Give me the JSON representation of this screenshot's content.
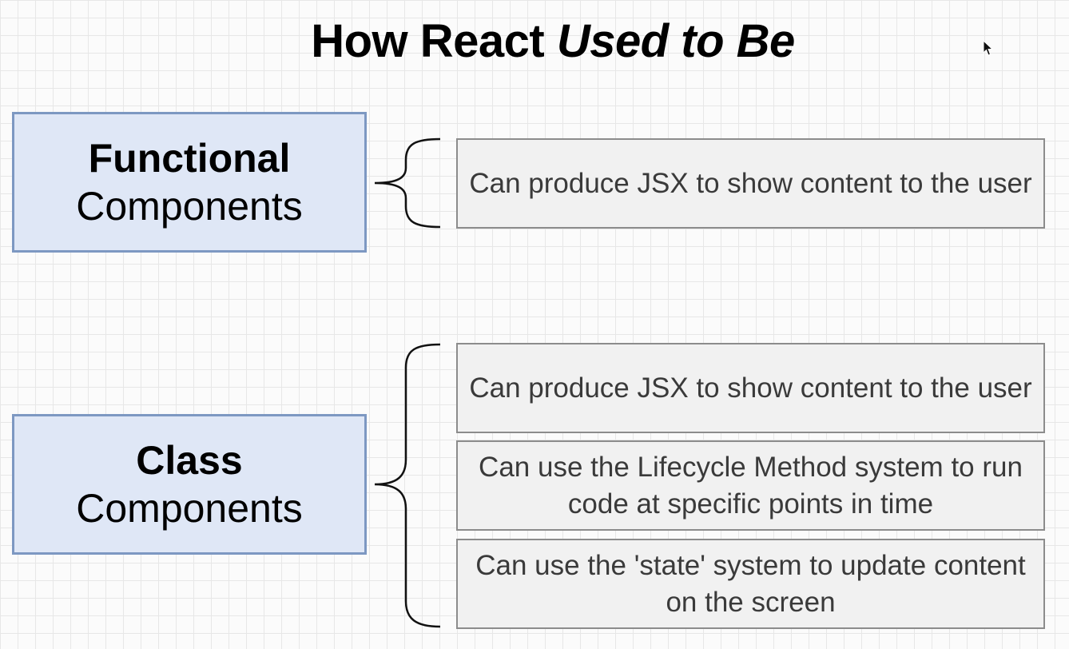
{
  "title": {
    "plain": "How React ",
    "italic": "Used to Be"
  },
  "categories": [
    {
      "bold_label": "Functional",
      "label": "Components",
      "features": [
        "Can produce JSX to show content to the user"
      ]
    },
    {
      "bold_label": "Class",
      "label": "Components",
      "features": [
        "Can produce JSX to show content to the user",
        "Can use the Lifecycle Method system to run code at specific points in time",
        "Can use the 'state' system to update content on the screen"
      ]
    }
  ],
  "colors": {
    "category_fill": "#dfe7f6",
    "category_border": "#7d98c2",
    "feature_fill": "#f1f1f1",
    "feature_border": "#8c8c8c"
  },
  "icons": {
    "cursor": "arrow-pointer-icon"
  }
}
